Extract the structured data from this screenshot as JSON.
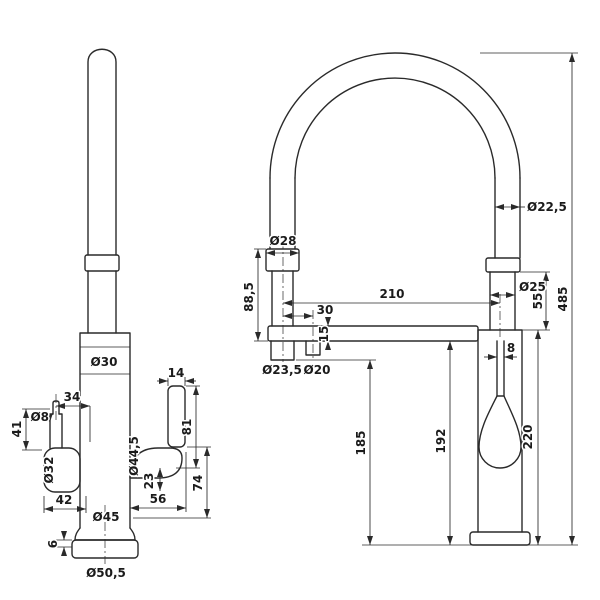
{
  "colors": {
    "line": "#2a2a2a",
    "background": "#ffffff"
  },
  "left_view": {
    "spout_diameter": "Ø30",
    "handle_offset": "34",
    "pin_diameter": "Ø8",
    "handle_stem_height": "41",
    "handle_diameter": "Ø32",
    "handle_length": "42",
    "lever_width": "14",
    "lever_height": "81",
    "body_diameter": "Ø44,5",
    "lever_offset": "23",
    "lever_reach": "56",
    "lever_total_height": "74",
    "base_diameter": "Ø45",
    "base_ring_height": "6",
    "base_plate_diameter": "Ø50,5"
  },
  "right_view": {
    "hose_diameter": "Ø22,5",
    "spray_collar_diameter": "Ø28",
    "spout_reach": "210",
    "outlet_offset": "30",
    "spray_head_height": "88,5",
    "bar_thickness": "15",
    "spray_outlet_diameter": "Ø23,5",
    "aerator_diameter": "Ø20",
    "riser_diameter": "Ø25",
    "riser_height": "55",
    "total_height": "485",
    "outlet_clearance": "185",
    "bar_clearance": "192",
    "body_height": "220",
    "lever_pin_width": "8"
  }
}
